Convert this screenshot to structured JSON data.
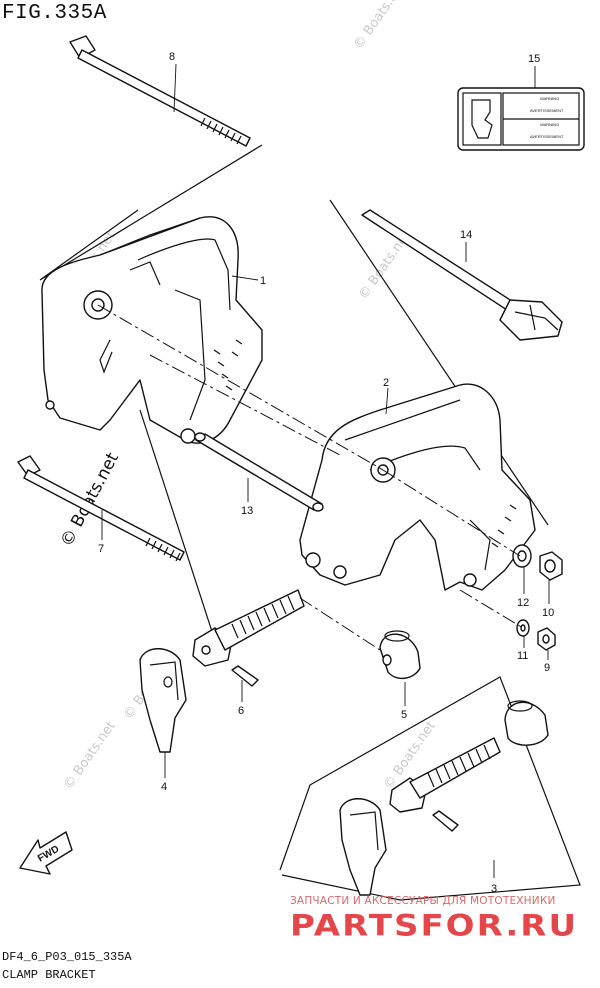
{
  "figure": {
    "title": "FIG.335A"
  },
  "footer": {
    "code": "DF4_6_P03_015_335A",
    "name": "CLAMP BRACKET"
  },
  "callouts": {
    "c1": "1",
    "c2": "2",
    "c3": "3",
    "c4": "4",
    "c5": "5",
    "c6": "6",
    "c7": "7",
    "c8": "8",
    "c9": "9",
    "c10": "10",
    "c11": "11",
    "c12": "12",
    "c13": "13",
    "c14": "14",
    "c15": "15"
  },
  "label15": {
    "warning1": "WARNING",
    "warning2": "AVERTISSEMENT",
    "warning3": "WARNING",
    "warning4": "AVERTISSEMENT"
  },
  "fwd_arrow": {
    "text": "FWD"
  },
  "watermark": {
    "text": "© Boats.net"
  },
  "stamp": {
    "top": "ЗАПЧАСТИ И АКСЕССУАРЫ ДЛЯ МОТОТЕХНИКИ",
    "logo": "PARTSFOR.RU"
  },
  "colors": {
    "line": "#111111",
    "stamp_red": "#e4464a",
    "watermark_gray": "#c9c9c9"
  }
}
